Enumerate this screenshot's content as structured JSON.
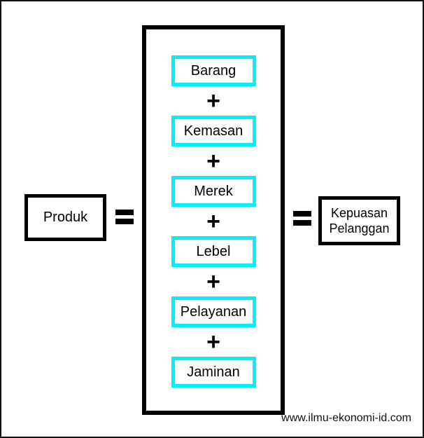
{
  "equation": {
    "left_term": "Produk",
    "equals_operator": "=",
    "plus_operator": "+",
    "components": [
      {
        "label": "Barang"
      },
      {
        "label": "Kemasan"
      },
      {
        "label": "Merek"
      },
      {
        "label": "Lebel"
      },
      {
        "label": "Pelayanan"
      },
      {
        "label": "Jaminan"
      }
    ],
    "right_term": "Kepuasan Pelanggan"
  },
  "watermark": {
    "text": "www.ilmu-ekonomi-id.com"
  },
  "colors": {
    "component_border": "#00f0ff",
    "box_border": "#000000",
    "background": "#ffffff"
  }
}
